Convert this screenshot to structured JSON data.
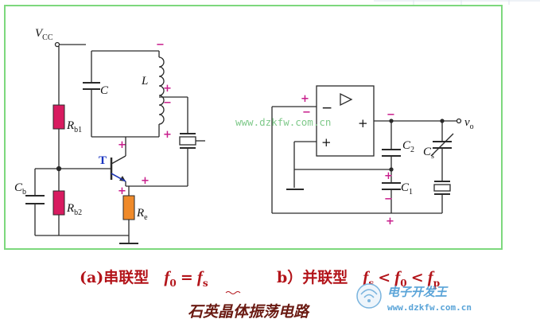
{
  "colors": {
    "frame": "#7dd87d",
    "wire": "#2a2a2a",
    "resistor_red": "#d81b60",
    "resistor_orange": "#ef8a2a",
    "sign": "#c81e8c",
    "caption": "#b3141a"
  },
  "circuit_a": {
    "vcc": "V",
    "vcc_sub": "CC",
    "c_label": "C",
    "l_label": "L",
    "rb1": "R",
    "rb1_sub": "b1",
    "rb2": "R",
    "rb2_sub": "b2",
    "cb": "C",
    "cb_sub": "b",
    "re": "R",
    "re_sub": "e",
    "transistor": "T"
  },
  "circuit_b": {
    "c2": "C",
    "c2_sub": "2",
    "c1": "C",
    "c1_sub": "1",
    "cs": "C",
    "cs_sub": "s",
    "vo": "v",
    "vo_sub": "o",
    "opamp_minus": "−",
    "opamp_plus": "+"
  },
  "signs": {
    "plus": "+",
    "minus": "−"
  },
  "watermark": "www.dzkfw.com.cn",
  "caption": {
    "a_prefix": "(a)串联型",
    "a_formula_f0": "f",
    "a_formula_0": "0",
    "a_eq": "=",
    "a_fs": "f",
    "a_s": "s",
    "b_prefix": "b）并联型",
    "b_fs": "f",
    "b_s": "s",
    "b_lt": "<",
    "b_f0": "f",
    "b_0": "0",
    "b_lt2": "<",
    "b_fp": "f",
    "b_p": "p"
  },
  "title": "石英晶体振荡电路",
  "logo": {
    "cn": "电子开发王",
    "url": "www.dzkfw.com.cn"
  }
}
